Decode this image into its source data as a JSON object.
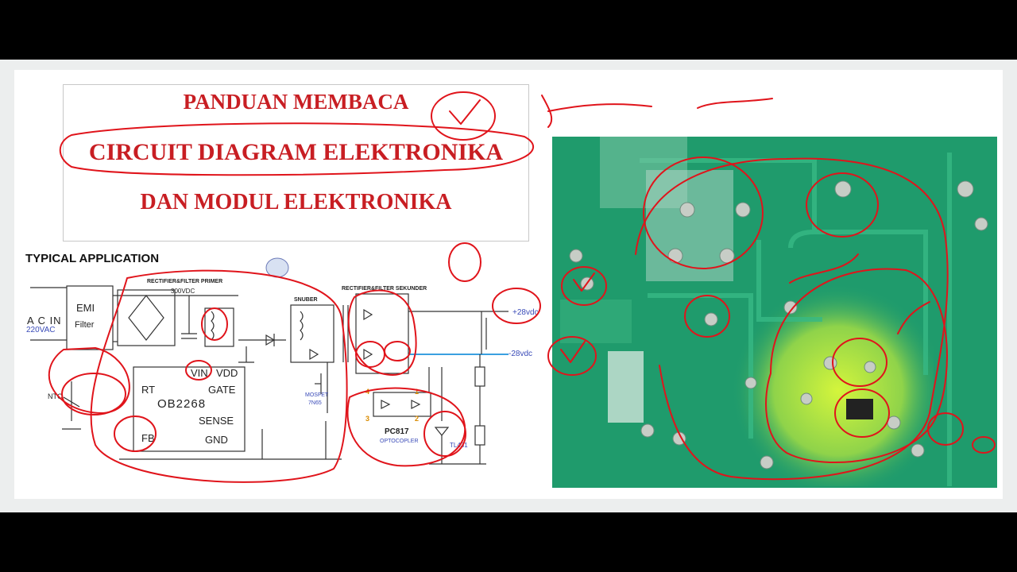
{
  "slide": {
    "title_lines": [
      "PANDUAN MEMBACA",
      "CIRCUIT DIAGRAM ELEKTRONIKA",
      "DAN MODUL ELEKTRONIKA"
    ],
    "section_heading": "TYPICAL APPLICATION"
  },
  "schematic": {
    "ac_in": "A C IN",
    "ac_voltage": "220VAC",
    "emi": "EMI",
    "filter": "Filter",
    "rect_primer": "RECTIFIER&FILTER PRIMER",
    "v300": "300VDC",
    "snuber": "SNUBER",
    "rect_sekunder": "RECTIFIER&FILTER SEKUNDER",
    "out_pos": "+28vdc",
    "out_neg": "-28vdc",
    "ic_pins": [
      "VIN",
      "VDD",
      "RT",
      "GATE",
      "SENSE",
      "FB",
      "GND"
    ],
    "ic_name": "OB2268",
    "ntc": "NTC",
    "mosfet": "MOSFET",
    "mosfet_part": "7N65",
    "pc817": "PC817",
    "optocopler": "OPTOCOPLER",
    "tl431": "TL431",
    "opto_pins": [
      "4",
      "1",
      "3",
      "2"
    ]
  },
  "colors": {
    "title_red": "#c81e23",
    "annotation_red": "#e0141b",
    "pcb_green": "#1f9b6c",
    "pcb_highlight": "#c9f23a",
    "label_blue": "#3a4bb8"
  }
}
